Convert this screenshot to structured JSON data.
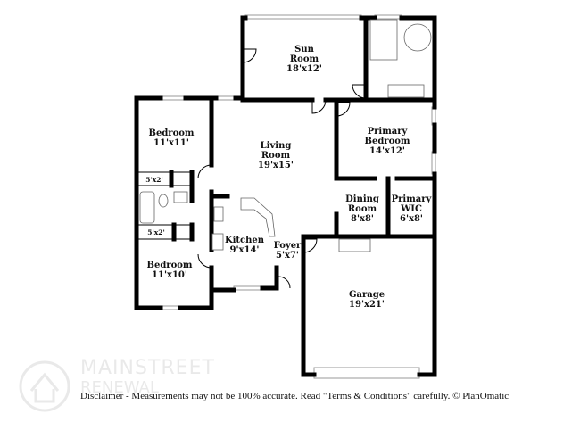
{
  "rooms": {
    "sun_room": {
      "name1": "Sun",
      "name2": "Room",
      "size": "18'x12'"
    },
    "bedroom_top": {
      "name": "Bedroom",
      "size": "11'x11'"
    },
    "living_room": {
      "name1": "Living",
      "name2": "Room",
      "size": "19'x15'"
    },
    "primary_bedroom": {
      "name1": "Primary",
      "name2": "Bedroom",
      "size": "14'x12'"
    },
    "dining_room": {
      "name1": "Dining",
      "name2": "Room",
      "size": "8'x8'"
    },
    "primary_wic": {
      "name1": "Primary",
      "name2": "WIC",
      "size": "6'x8'"
    },
    "closet_1": {
      "size": "5'x2'"
    },
    "closet_2": {
      "size": "5'x2'"
    },
    "kitchen": {
      "name": "Kitchen",
      "size": "9'x14'"
    },
    "foyer": {
      "name": "Foyer",
      "size": "5'x7'"
    },
    "bedroom_bottom": {
      "name": "Bedroom",
      "size": "11'x10'"
    },
    "garage": {
      "name": "Garage",
      "size": "19'x21'"
    }
  },
  "logo": {
    "line1": "MAINSTREET",
    "line2": "RENEWAL"
  },
  "disclaimer": "Disclaimer - Measurements may not be 100% accurate. Read \"Terms & Conditions\" carefully. © PlanOmatic"
}
